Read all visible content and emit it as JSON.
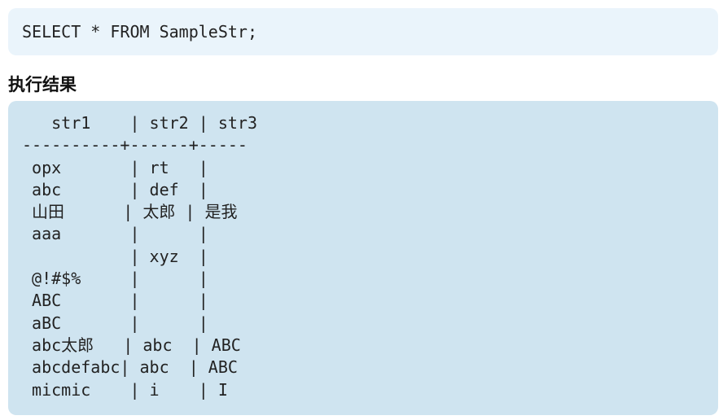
{
  "query": {
    "sql": "SELECT * FROM SampleStr;"
  },
  "result_heading": "执行结果",
  "result": {
    "header": "   str1    | str2 | str3",
    "separator": "----------+------+-----",
    "rows": [
      " opx       | rt   |",
      " abc       | def  |",
      " 山田      | 太郎 | 是我",
      " aaa       |      |",
      "           | xyz  |",
      " @!#$%     |      |",
      " ABC       |      |",
      " aBC       |      |",
      " abc太郎   | abc  | ABC",
      " abcdefabc| abc  | ABC",
      " micmic    | i    | I"
    ]
  }
}
